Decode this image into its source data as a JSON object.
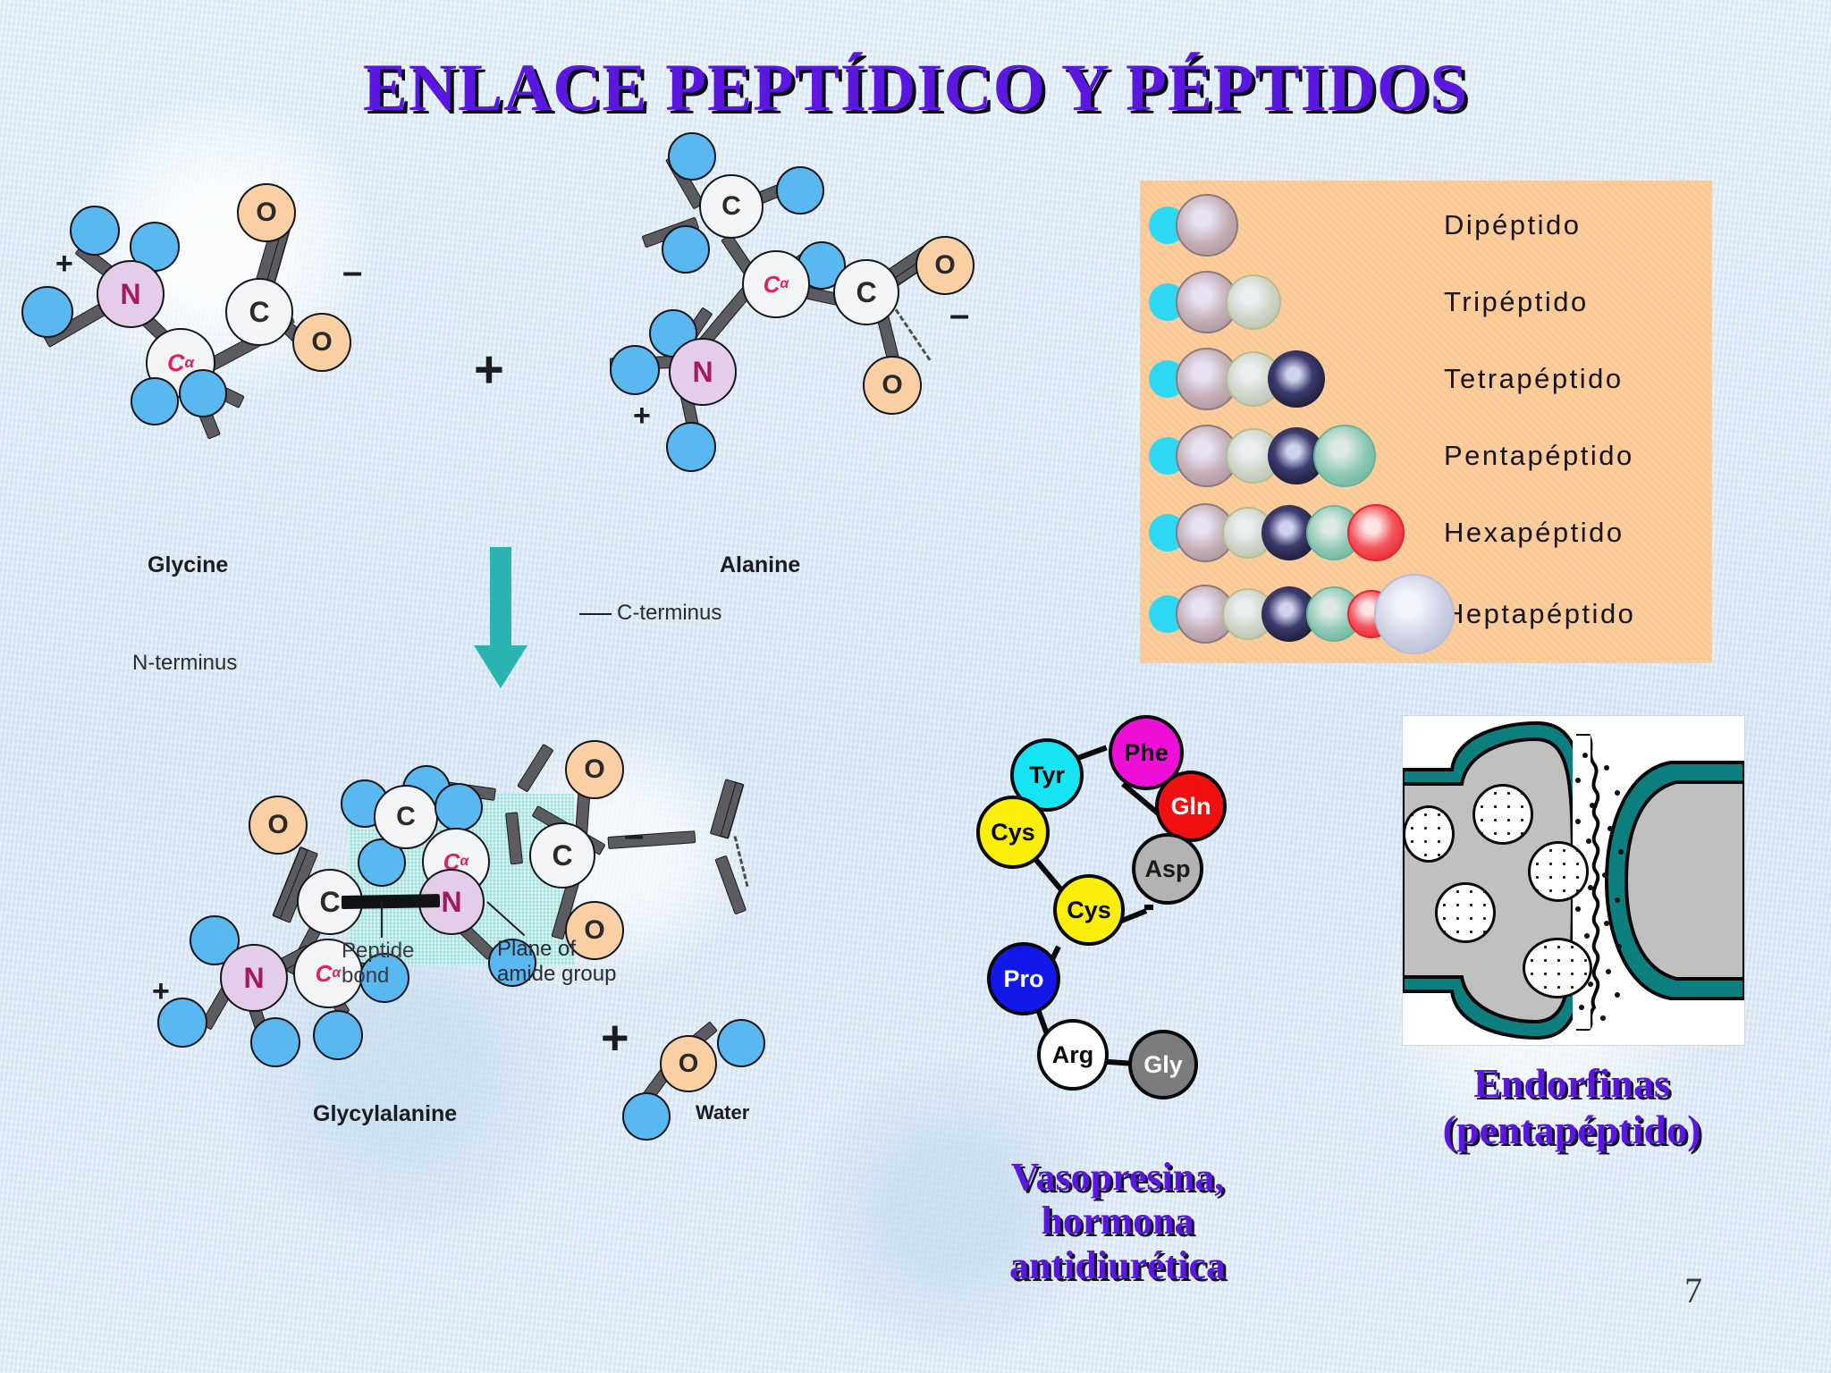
{
  "slide": {
    "title": "ENLACE PEPTÍDICO Y PÉPTIDOS",
    "page_number": "7",
    "title_color": "#5b17e0",
    "background_color": "#dce9f4"
  },
  "reaction": {
    "plus_sign_top": "+",
    "plus_sign_bottom": "+",
    "reactant_left_label": "Glycine",
    "reactant_right_label": "Alanine",
    "product_label": "Glycylalanine",
    "water_label": "Water",
    "arrow_color": "#2ab3b0",
    "n_terminus_label": "N-terminus",
    "c_terminus_label": "C-terminus",
    "peptide_bond_label_line1": "Peptide",
    "peptide_bond_label_line2": "bond",
    "plane_label_line1": "Plane of",
    "plane_label_line2": "amide group",
    "highlight_color": "#8fdfd9"
  },
  "atom_labels": {
    "nitrogen": "N",
    "carbon": "C",
    "oxygen": "O",
    "alpha_carbon": "C",
    "alpha_subscript": "α",
    "charge_positive": "+",
    "charge_negative": "–"
  },
  "atom_colors": {
    "hydrogen": "#59b8ef",
    "nitrogen": "#e3cde8",
    "carbon": "#f3f4f5",
    "oxygen": "#fbcfa4",
    "bond": "#5b5b60"
  },
  "peptide_panel": {
    "background_color": "#fbc894",
    "rows": [
      {
        "label": "Dipéptido",
        "count": 2,
        "bead_colors": [
          "#2fd8f2",
          "#b9a8ae"
        ]
      },
      {
        "label": "Tripéptido",
        "count": 3,
        "bead_colors": [
          "#2fd8f2",
          "#b9a8ae",
          "#c8cdbe"
        ]
      },
      {
        "label": "Tetrapéptido",
        "count": 4,
        "bead_colors": [
          "#2fd8f2",
          "#b9a8ae",
          "#c8cdbe",
          "#0a0a14"
        ]
      },
      {
        "label": "Pentapéptido",
        "count": 5,
        "bead_colors": [
          "#2fd8f2",
          "#b9a8ae",
          "#c8cdbe",
          "#0a0a14",
          "#79c7b2"
        ]
      },
      {
        "label": "Hexapéptido",
        "count": 6,
        "bead_colors": [
          "#2fd8f2",
          "#b9a8ae",
          "#c8cdbe",
          "#0a0a14",
          "#79c7b2",
          "#f0202c"
        ]
      },
      {
        "label": "Heptapéptido",
        "count": 7,
        "bead_colors": [
          "#2fd8f2",
          "#b9a8ae",
          "#c8cdbe",
          "#0a0a14",
          "#79c7b2",
          "#f0202c",
          "#c2c6d6"
        ]
      }
    ]
  },
  "vasopressin": {
    "caption_line1": "Vasopresina,",
    "caption_line2": "hormona",
    "caption_line3": "antidiurética",
    "residues": [
      {
        "name": "Phe",
        "fill": "#ef10d8",
        "text": "#0a0a0c"
      },
      {
        "name": "Tyr",
        "fill": "#17e4f2",
        "text": "#0a0a0c"
      },
      {
        "name": "Gln",
        "fill": "#f01010",
        "text": "#ffffff"
      },
      {
        "name": "Cys",
        "fill": "#fbee09",
        "text": "#0a0a0c"
      },
      {
        "name": "Asp",
        "fill": "#b3b3b3",
        "text": "#1b1b1b"
      },
      {
        "name": "Cys",
        "fill": "#fbee09",
        "text": "#0a0a0c"
      },
      {
        "name": "Pro",
        "fill": "#1218e8",
        "text": "#ffffff"
      },
      {
        "name": "Arg",
        "fill": "#ffffff",
        "text": "#0a0a0c"
      },
      {
        "name": "Gly",
        "fill": "#7c7c7c",
        "text": "#ffffff"
      }
    ]
  },
  "endorphin": {
    "caption_line1": "Endorfinas",
    "caption_line2": "(pentapéptido)",
    "membrane_color": "#0e7f7f",
    "cytoplasm_color": "#c0c0c0"
  }
}
